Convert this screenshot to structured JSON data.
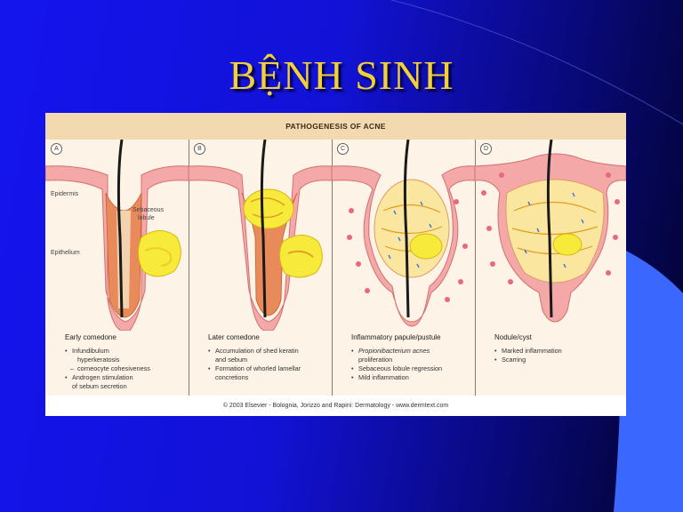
{
  "slide": {
    "title": "BỆNH SINH",
    "colors": {
      "background": "#1212d6",
      "accent": "#3366ff",
      "title": "#f2cf3c"
    }
  },
  "figure": {
    "header": "PATHOGENESIS OF ACNE",
    "footer": "© 2003 Elsevier - Bolognia, Jorizzo and Rapini: Dermatology - www.dermtext.com",
    "annotations": {
      "epidermis": "Epidermis",
      "sebaceous": "Sebaceous",
      "lobule": "lobule",
      "epithelium": "Epithelium"
    },
    "panels": [
      {
        "label": "A",
        "title": "Early comedone",
        "items": [
          "Infundibulum",
          "hyperkeratosis",
          "corneocyte cohesiveness",
          "Androgen stimulation",
          "of sebum secretion"
        ]
      },
      {
        "label": "B",
        "title": "Later comedone",
        "items": [
          "Accumulation of shed keratin",
          "and sebum",
          "Formation of whorled lamellar",
          "concretions"
        ]
      },
      {
        "label": "C",
        "title": "Inflammatory papule/pustule",
        "items": [
          "Propionibacterium acnes",
          "proliferation",
          "Sebaceous lobule regression",
          "Mild inflammation"
        ]
      },
      {
        "label": "D",
        "title": "Nodule/cyst",
        "items": [
          "Marked inflammation",
          "Scarring"
        ]
      }
    ]
  }
}
